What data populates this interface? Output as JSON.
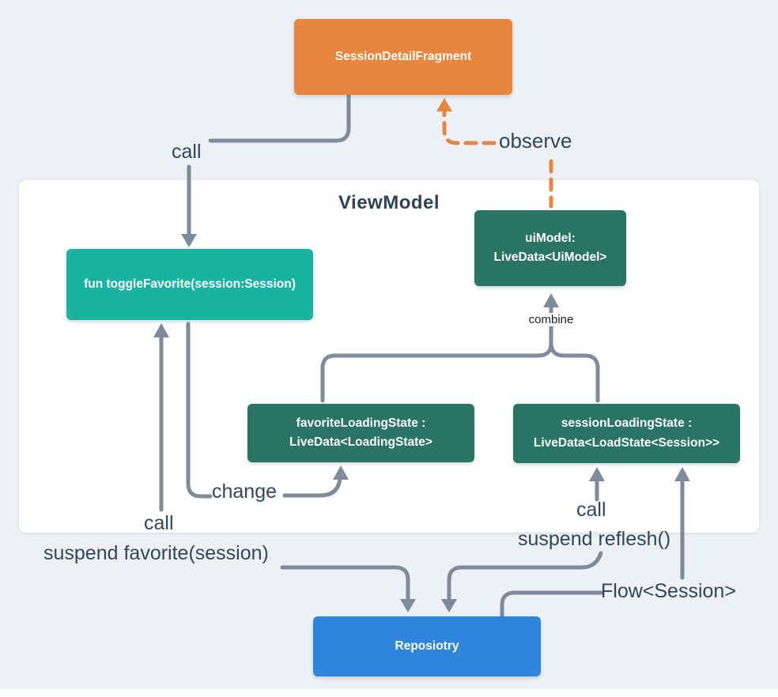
{
  "container": {
    "title": "ViewModel"
  },
  "nodes": {
    "fragment": {
      "label": "SessionDetailFragment",
      "color": "#e8863e"
    },
    "toggle_favorite": {
      "label": "fun toggleFavorite(session:Session)",
      "color": "#1ab2a0"
    },
    "ui_model": {
      "line1": "uiModel:",
      "line2": "LiveData<UiModel>",
      "color": "#2a7463"
    },
    "favorite_loading_state": {
      "line1": "favoriteLoadingState :",
      "line2": "LiveData<LoadingState>",
      "color": "#2a7463"
    },
    "session_loading_state": {
      "line1": "sessionLoadingState :",
      "line2": "LiveData<LoadState<Session>>",
      "color": "#2a7463"
    },
    "repository": {
      "label": "Reposiotry",
      "color": "#2e86dc"
    }
  },
  "labels": {
    "call_top": "call",
    "observe": "observe",
    "combine": "combine",
    "change": "change",
    "call_left": "call",
    "suspend_favorite": "suspend favorite(session)",
    "call_right": "call",
    "suspend_reflesh": "suspend reflesh()",
    "flow_session": "Flow<Session>"
  },
  "colors": {
    "background": "#edf1f5",
    "panel": "#ffffff",
    "wire_gray": "#7d8b9a",
    "wire_orange": "#e8863e",
    "label_text": "#30475b"
  }
}
